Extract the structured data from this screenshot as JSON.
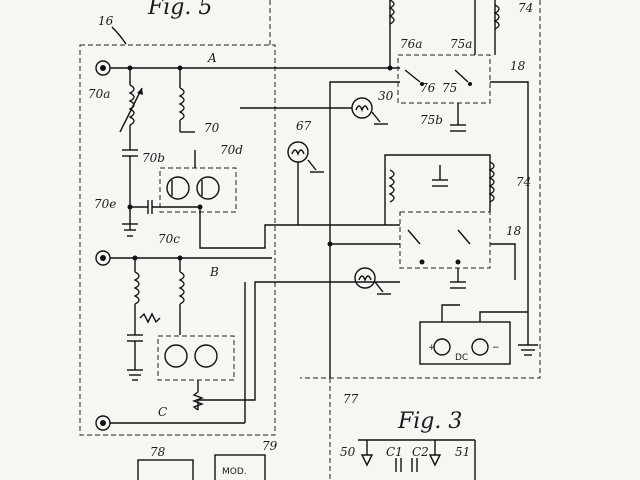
{
  "figure": {
    "title_main": "Fig. 5",
    "title_secondary": "Fig. 3"
  },
  "labels": {
    "block16": "16",
    "lineA": "A",
    "lineB": "B",
    "lineC": "C",
    "l70a": "70a",
    "l70": "70",
    "l70b": "70b",
    "l70d": "70d",
    "l70e": "70e",
    "l70c": "70c",
    "l30": "30",
    "l67": "67",
    "l76a": "76a",
    "l75a": "75a",
    "l76": "76",
    "l75": "75",
    "l75b": "75b",
    "l18a": "18",
    "l18b": "18",
    "l74a": "74",
    "l74b": "74",
    "l77": "77",
    "l78": "78",
    "l79": "79",
    "l50": "50",
    "l51": "51",
    "lC1": "C1",
    "lC2": "C2",
    "dc": "DC",
    "plus": "+",
    "minus": "−",
    "mod": "MOD."
  }
}
